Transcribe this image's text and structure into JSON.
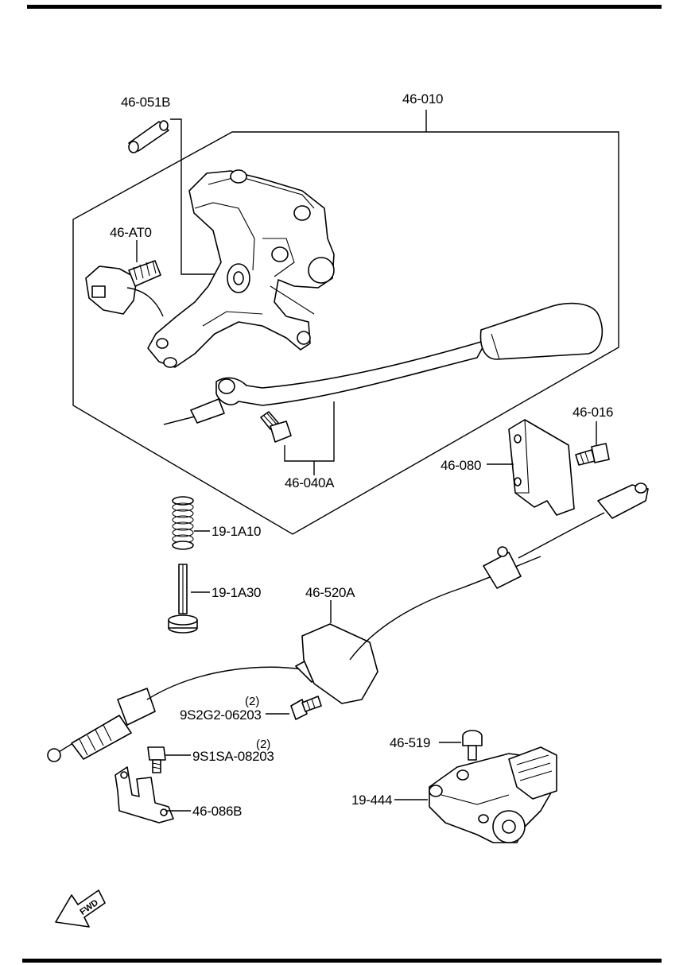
{
  "labels": {
    "a": "46-051B",
    "b": "46-010",
    "c": "46-AT0",
    "d": "46-040A",
    "e": "46-016",
    "f": "46-080",
    "g": "19-1A10",
    "h": "19-1A30",
    "i": "46-520A",
    "j": "9S2G2-06203",
    "j_qty": "(2)",
    "k": "9S1SA-08203",
    "k_qty": "(2)",
    "l": "46-519",
    "m": "19-444",
    "n": "46-086B"
  },
  "fwd_mark": "FWD",
  "colors": {
    "ink": "#000000",
    "paper": "#ffffff"
  }
}
